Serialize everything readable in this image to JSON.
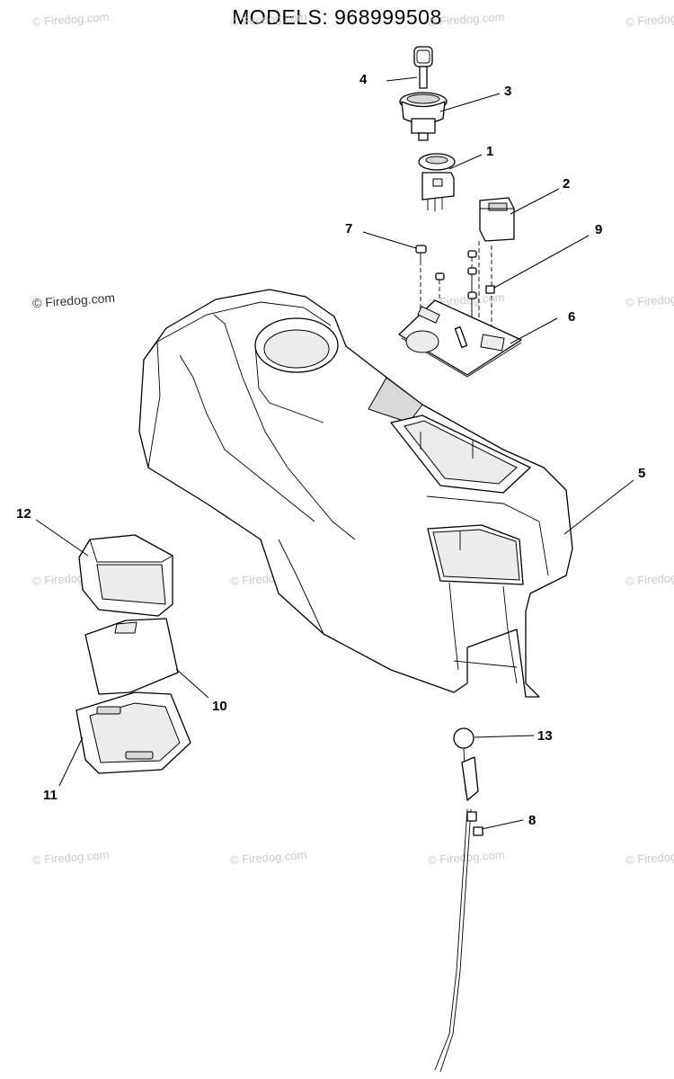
{
  "title": "MODELS:  968999508",
  "watermark": "© Firedog.com",
  "callouts": [
    "1",
    "2",
    "3",
    "4",
    "5",
    "6",
    "7",
    "8",
    "9",
    "10",
    "11",
    "12",
    "13"
  ],
  "colors": {
    "line": "#000000",
    "shade": "#d8d8d8",
    "watermark": "#c9c9c9"
  }
}
